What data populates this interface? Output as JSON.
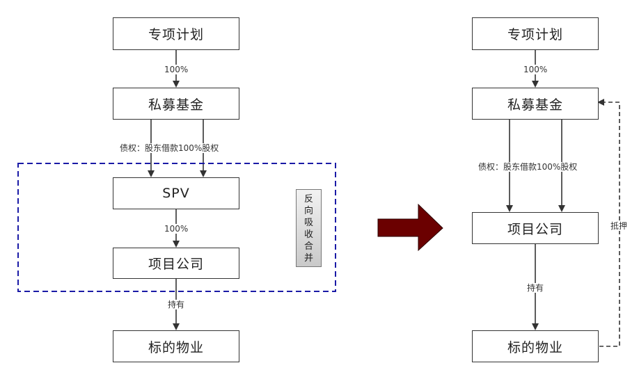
{
  "left": {
    "fund_plan": "专项计划",
    "ratio_1": "100%",
    "private_fund": "私募基金",
    "loan_equity": "债权：股东借款100%股权",
    "spv": "SPV",
    "ratio_2": "100%",
    "project_company": "项目公司",
    "hold": "持有",
    "property": "标的物业",
    "merge_note": [
      "反",
      "向",
      "吸",
      "收",
      "合",
      "并"
    ]
  },
  "right": {
    "fund_plan": "专项计划",
    "ratio_1": "100%",
    "private_fund": "私募基金",
    "loan_equity": "债权：股东借款100%股权",
    "project_company": "项目公司",
    "hold": "持有",
    "property": "标的物业",
    "mortgage": "抵押"
  },
  "colors": {
    "dashed_box": "#1a1aa6",
    "big_arrow": "#6b0000",
    "line": "#333333"
  }
}
